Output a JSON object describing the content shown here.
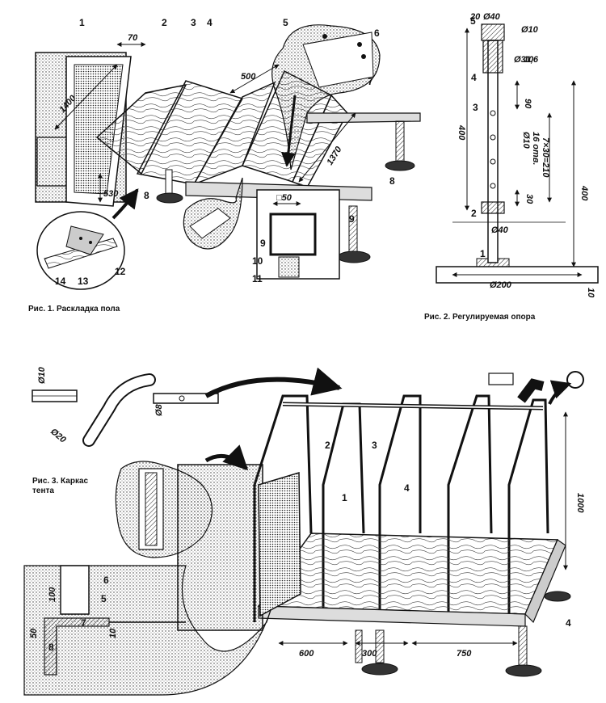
{
  "fig1": {
    "caption": "Рис. 1. Раскладка пола",
    "callouts": [
      "1",
      "2",
      "3",
      "4",
      "5",
      "6",
      "7",
      "8",
      "8",
      "9",
      "9",
      "10",
      "11",
      "12",
      "13",
      "14"
    ],
    "dims": [
      "70",
      "1400",
      "500",
      "1370",
      "530",
      "□50"
    ]
  },
  "fig2": {
    "caption": "Рис. 2. Регулируемая опора",
    "callouts": [
      "5",
      "4",
      "3",
      "2",
      "1"
    ],
    "dims": [
      "20",
      "Ø40",
      "Ø10",
      "10",
      "Ø31,6",
      "90",
      "400",
      "Ø10",
      "16 отв.",
      "7×30=210",
      "400",
      "30",
      "Ø40",
      "Ø200",
      "10"
    ]
  },
  "fig3": {
    "caption_line1": "Рис. 3. Каркас",
    "caption_line2": "тента",
    "callouts": [
      "1",
      "2",
      "3",
      "4",
      "4",
      "6",
      "5",
      "7",
      "8"
    ],
    "dims": [
      "Ø10",
      "Ø20",
      "Ø8",
      "1000",
      "100",
      "50",
      "10",
      "600",
      "300",
      "750"
    ]
  }
}
